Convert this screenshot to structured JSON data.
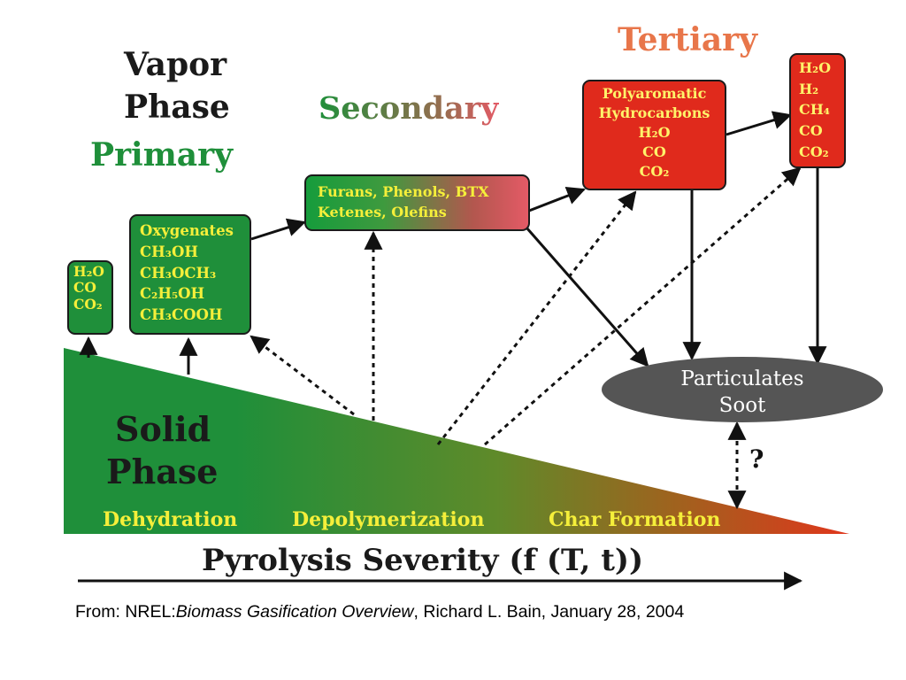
{
  "headers": {
    "vapor_phase_line1": "Vapor",
    "vapor_phase_line2": "Phase",
    "primary": "Primary",
    "secondary": "Secondary",
    "tertiary": "Tertiary"
  },
  "boxes": {
    "primary_gases": [
      "H₂O",
      "CO",
      "CO₂"
    ],
    "oxygenates": [
      "Oxygenates",
      "CH₃OH",
      "CH₃OCH₃",
      "C₂H₅OH",
      "CH₃COOH"
    ],
    "secondary": [
      "Furans, Phenols, BTX",
      "Ketenes, Olefins"
    ],
    "polyaromatic": [
      "Polyaromatic",
      "Hydrocarbons",
      "H₂O",
      "CO",
      "CO₂"
    ],
    "tertiary_gases": [
      "H₂O",
      "H₂",
      "CH₄",
      "CO",
      "CO₂"
    ],
    "particulates": [
      "Particulates",
      "Soot"
    ]
  },
  "solid_phase": {
    "line1": "Solid",
    "line2": "Phase",
    "stages": [
      "Dehydration",
      "Depolymerization",
      "Char Formation"
    ]
  },
  "question_mark": "?",
  "axis_label": "Pyrolysis Severity (f  (T, t))",
  "caption": {
    "prefix": "From: NREL:",
    "title": "Biomass Gasification Overview",
    "suffix": ", Richard L. Bain, January 28, 2004"
  },
  "colors": {
    "green": "#1f8f3a",
    "red": "#e02a1c",
    "box_text": "#f5ef3a",
    "soot_gray": "#555555",
    "tertiary_orange": "#e8764a"
  }
}
